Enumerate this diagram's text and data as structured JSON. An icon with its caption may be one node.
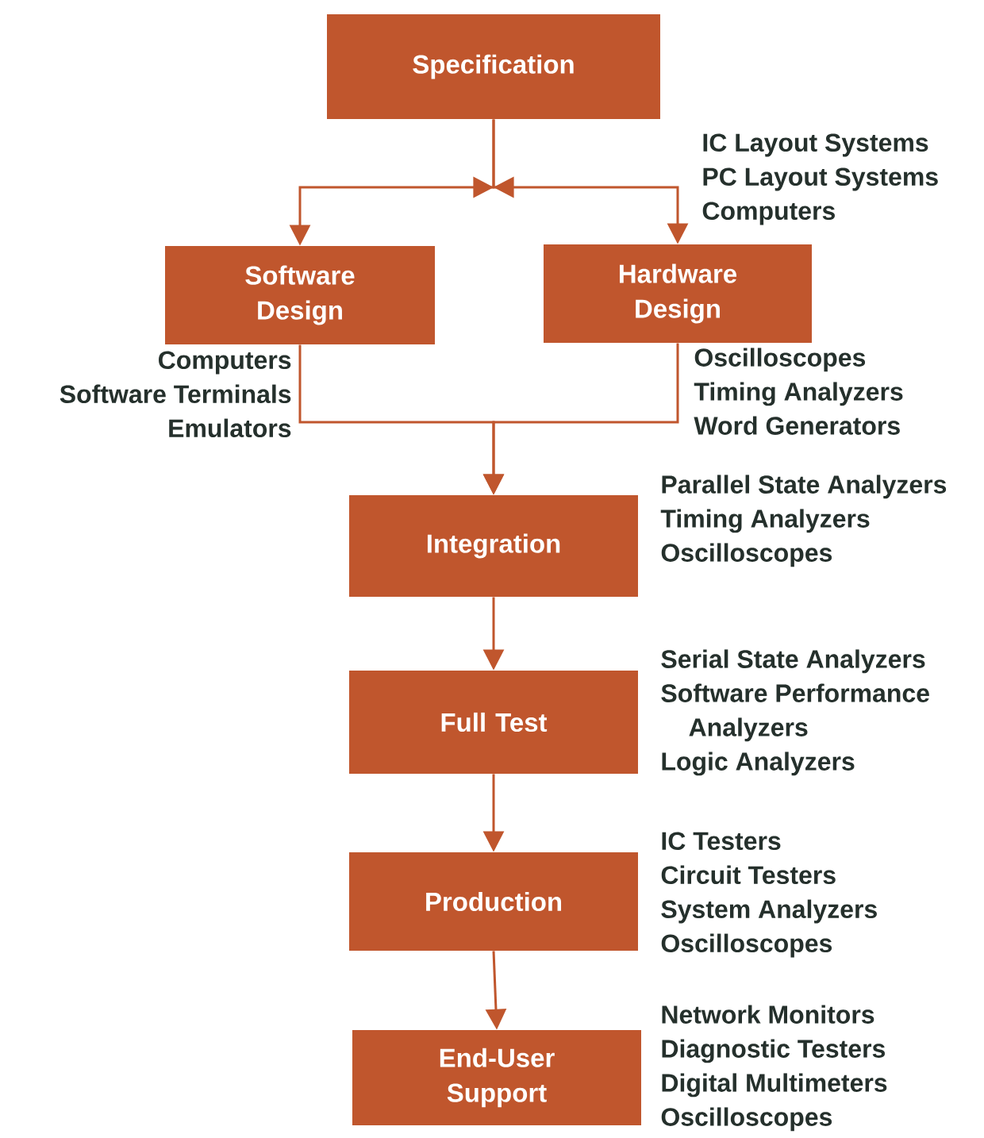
{
  "diagram": {
    "nodes": [
      {
        "text": [
          "Specification"
        ]
      },
      {
        "text": [
          "Software Design"
        ],
        "beside": [
          "Computers",
          "Software Terminals",
          "Emulators"
        ]
      },
      {
        "text": [
          "Hardware Design"
        ],
        "beside": [
          "IC Layout Systems",
          "PC Layout Systems",
          "Computers",
          "Oscilloscopes",
          "Timing Analyzers",
          "Word Generators"
        ]
      },
      {
        "text": [
          "Integration"
        ],
        "beside": [
          "Parallel State Analyzers",
          "Timing Analyzers",
          "Oscilloscopes"
        ]
      },
      {
        "text": [
          "Full Test"
        ],
        "beside": [
          "Serial State Analyzers",
          "Software Performance Analyzers",
          "Logic Analyzers"
        ]
      },
      {
        "text": [
          "Production"
        ],
        "beside": [
          "IC Testers",
          "Circuit Testers",
          "System Analyzers",
          "Oscilloscopes"
        ]
      },
      {
        "text": [
          "End-User Support"
        ],
        "beside": [
          "Network Monitors",
          "Diagnostic Testers",
          "Digital Multimeters",
          "Oscilloscopes"
        ]
      }
    ],
    "edges": [
      {
        "from": 0,
        "to": 1,
        "arrow": "to"
      },
      {
        "from": 0,
        "to": 2,
        "arrow": "to"
      },
      {
        "from": 1,
        "to": 3,
        "arrow": "to"
      },
      {
        "from": 2,
        "to": 3,
        "arrow": "to"
      },
      {
        "from": 3,
        "to": 4,
        "arrow": "to"
      },
      {
        "from": 4,
        "to": 5,
        "arrow": "to"
      },
      {
        "from": 5,
        "to": 6,
        "arrow": "to"
      }
    ]
  }
}
